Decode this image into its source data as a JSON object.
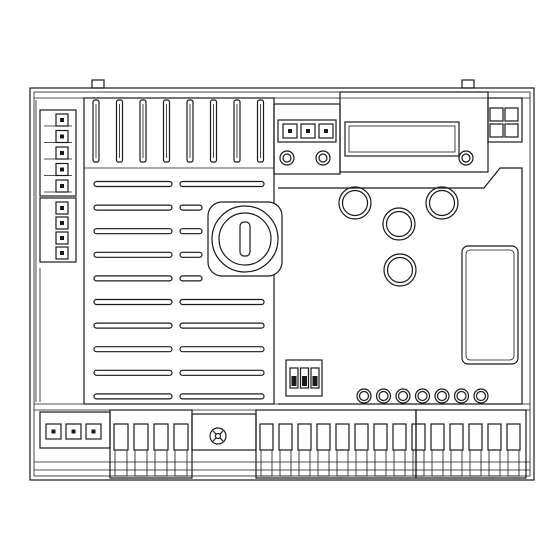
{
  "figure": {
    "subject": "control-board-line-drawing",
    "counts": {
      "left_top_connector_pins": 5,
      "left_mid_connector_pins": 4,
      "top_center_connector_pins": 3,
      "bottom_left_connector_pins": 3,
      "heatsink_top_fins": 8,
      "heatsink_rows": 10,
      "potentiometers": 4,
      "dip_switches": 3,
      "leds": 7,
      "bottom_terminal_slots_left": 4,
      "bottom_terminal_slots_right": 14
    },
    "colors": {
      "line": "#1a1a1a",
      "background": "#ffffff"
    },
    "icons": {
      "fuse": "fuse-holder-icon",
      "screw": "screw-icon",
      "pin": "square-pin-icon"
    }
  }
}
